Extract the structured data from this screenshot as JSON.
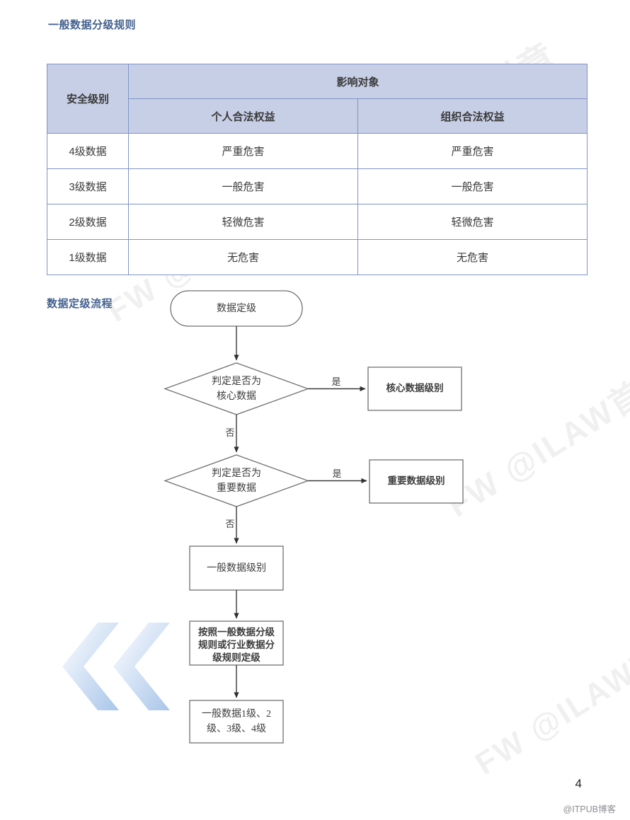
{
  "page": {
    "number": "4",
    "site_watermark": "@ITPUB博客",
    "background_watermark_text": "FW @ILAW首视创意"
  },
  "sections": {
    "rules_title": "一般数据分级规则",
    "flow_title": "数据定级流程"
  },
  "table": {
    "col_level_header": "安全级别",
    "col_group_header": "影响对象",
    "col_person_header": "个人合法权益",
    "col_org_header": "组织合法权益",
    "rows": [
      {
        "level": "4级数据",
        "person": "严重危害",
        "org": "严重危害"
      },
      {
        "level": "3级数据",
        "person": "一般危害",
        "org": "一般危害"
      },
      {
        "level": "2级数据",
        "person": "轻微危害",
        "org": "轻微危害"
      },
      {
        "level": "1级数据",
        "person": "无危害",
        "org": "无危害"
      }
    ]
  },
  "flowchart": {
    "type": "flowchart",
    "start_node": "数据定级",
    "decision_1_line_1": "判定是否为",
    "decision_1_line_2": "核心数据",
    "decision_1_yes_label": "是",
    "decision_1_yes_target": "核心数据级别",
    "decision_1_no_label": "否",
    "decision_2_line_1": "判定是否为",
    "decision_2_line_2": "重要数据",
    "decision_2_yes_label": "是",
    "decision_2_yes_target": "重要数据级别",
    "decision_2_no_label": "否",
    "general_level_node": "一般数据级别",
    "rule_node_line_1": "按照一般数据分级",
    "rule_node_line_2": "规则或行业数据分",
    "rule_node_line_3": "级规则定级",
    "result_node_line_1": "一般数据1级、2",
    "result_node_line_2": "级、3级、4级"
  },
  "colors": {
    "heading_blue": "#44618f",
    "table_header_bg": "#c7cfe6",
    "table_border": "#8194c9",
    "flow_stroke": "#6f7074",
    "chevron_blue": "#bcd2ee"
  }
}
